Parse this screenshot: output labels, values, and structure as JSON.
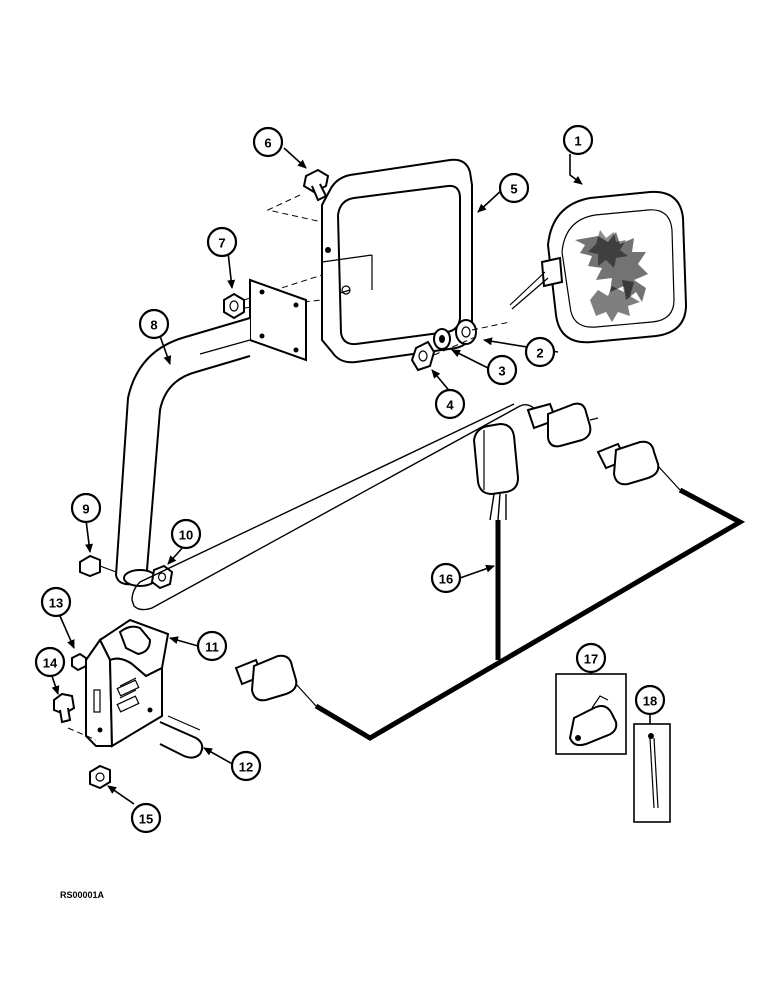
{
  "figure": {
    "reference_code": "RS00001A"
  },
  "callouts": [
    {
      "number": "1"
    },
    {
      "number": "2"
    },
    {
      "number": "3"
    },
    {
      "number": "4"
    },
    {
      "number": "5"
    },
    {
      "number": "6"
    },
    {
      "number": "7"
    },
    {
      "number": "8"
    },
    {
      "number": "9"
    },
    {
      "number": "10"
    },
    {
      "number": "11"
    },
    {
      "number": "12"
    },
    {
      "number": "13"
    },
    {
      "number": "14"
    },
    {
      "number": "15"
    },
    {
      "number": "16"
    },
    {
      "number": "17"
    },
    {
      "number": "18"
    }
  ]
}
